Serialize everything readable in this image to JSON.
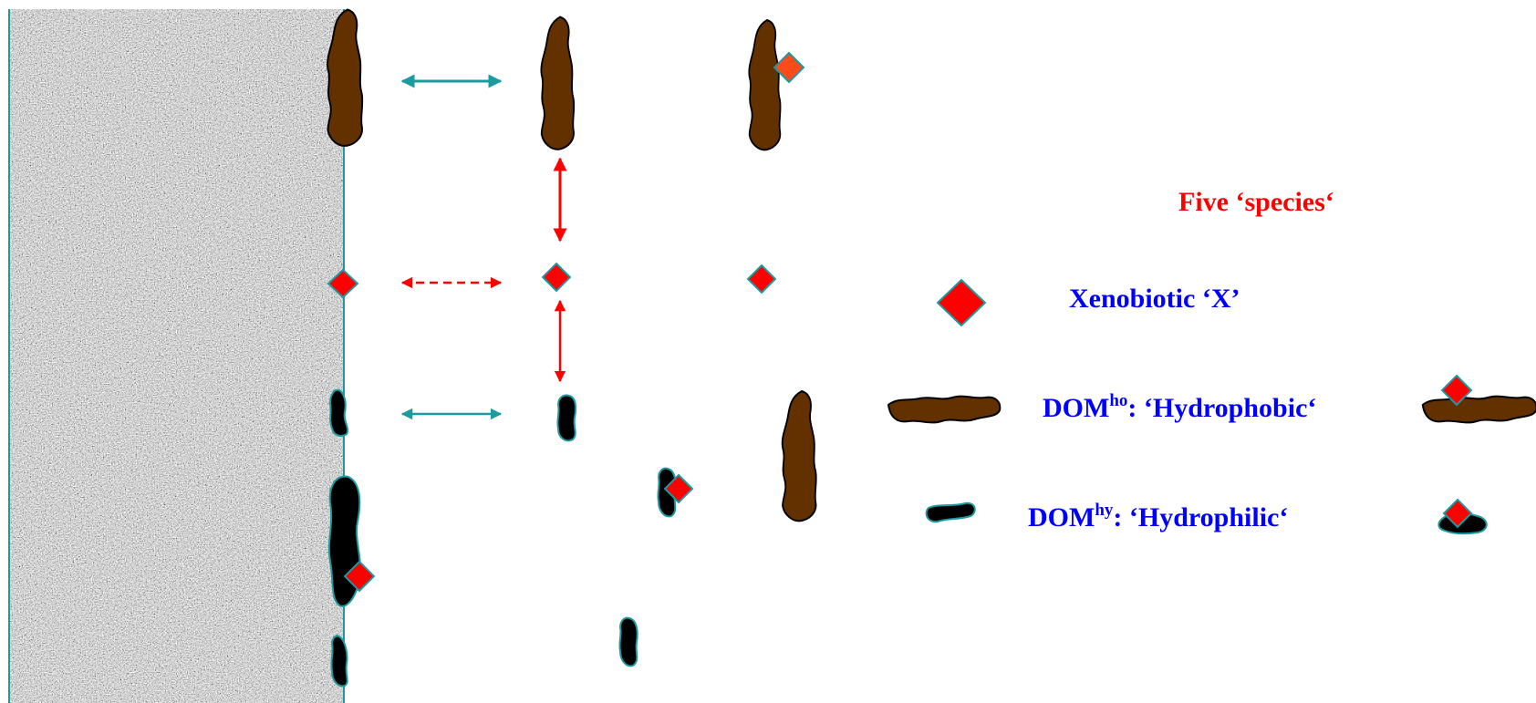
{
  "legend": {
    "title": "Five ‘species‘",
    "xenobiotic": "Xenobiotic ‘X’",
    "dom_ho": {
      "base": "DOM",
      "sup": "ho",
      "rest": ": ‘Hydrophobic‘"
    },
    "dom_hy": {
      "base": "DOM",
      "sup": "hy",
      "rest": ": ‘Hydrophilic‘"
    }
  },
  "colors": {
    "xenobiotic": "#ff0000",
    "xenobiotic_alt": "#ff4a1a",
    "outline": "#1b9aa0",
    "hydrophobic_dom": "#633000",
    "hydrophilic_dom": "#000000",
    "arrow_teal": "#1b9aa0",
    "arrow_red": "#ff0000",
    "label_blue": "#0000ff",
    "label_red": "#ff0000"
  }
}
